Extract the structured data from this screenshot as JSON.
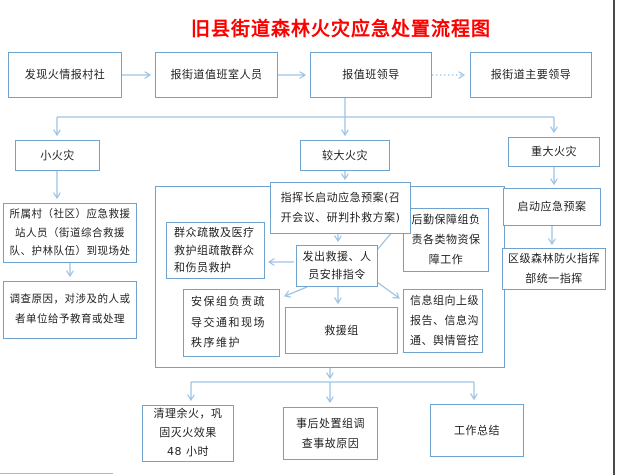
{
  "title": "旧县街道森林火灾应急处置流程图",
  "colors": {
    "title_red": "#ff0000",
    "box_border_blue": "#6fa3cd",
    "arrow_blue": "#9cc2e5",
    "text": "#1f1f1f"
  },
  "nodes": {
    "discover": "发现火情报村社",
    "duty_room": "报街道值班室人员",
    "duty_leader": "报值班领导",
    "main_leader": "报街道主要领导",
    "small_fire": "小火灾",
    "medium_fire": "较大火灾",
    "major_fire": "重大火灾",
    "village_rescue": "所属村（社区）应急救援\n站人员（街道综合救援\n队、护林队伍）到现场处",
    "investigate": "调查原因，对涉及的人或\n者单位给予教育或处理",
    "commander": "指挥长启动应急预案(召\n开会议、研判扑救方案)",
    "issue_order": "发出救援、人\n员安排指令",
    "evacuation": "群众疏散及医疗\n救护组疏散群众\n和伤员救护",
    "logistics": "后勤保障组负\n责各类物资保\n障工作",
    "security": "安保组负责疏\n导交通和现场\n秩序维护",
    "rescue_team": "救援组",
    "information": "信息组向上级\n报告、信息沟\n通、舆情管控",
    "activate_plan": "启动应急预案",
    "district_command": "区级森林防火指挥\n部统一指挥",
    "cleanup": "清理余火，巩\n固灭火效果\n48 小时",
    "post_incident": "事后处置组调\n查事故原因",
    "summary": "工作总结"
  }
}
